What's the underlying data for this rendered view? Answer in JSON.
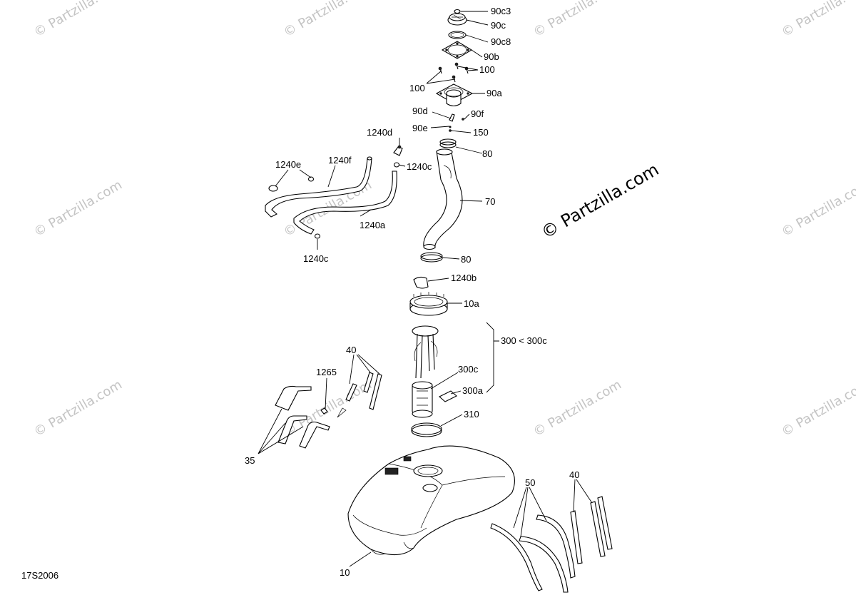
{
  "diagram_code": "17S2006",
  "brand_mark": "© Partzilla.com",
  "watermark_text": "© Partzilla.com",
  "callouts": {
    "c90c3": "90c3",
    "c90c": "90c",
    "c90c8": "90c8",
    "c90b": "90b",
    "c100a": "100",
    "c100b": "100",
    "c90a": "90a",
    "c90d": "90d",
    "c90f": "90f",
    "c90e": "90e",
    "c150": "150",
    "c1240d": "1240d",
    "c1240c_top": "1240c",
    "c1240e": "1240e",
    "c1240f": "1240f",
    "c80_top": "80",
    "c70": "70",
    "c1240a": "1240a",
    "c1240c_bottom": "1240c",
    "c80_bottom": "80",
    "c1240b": "1240b",
    "c10a": "10a",
    "c300": "300 < 300c",
    "c40_left": "40",
    "c1265": "1265",
    "c300c": "300c",
    "c300a": "300a",
    "c310": "310",
    "c35": "35",
    "c50": "50",
    "c40_right": "40",
    "c10": "10"
  }
}
